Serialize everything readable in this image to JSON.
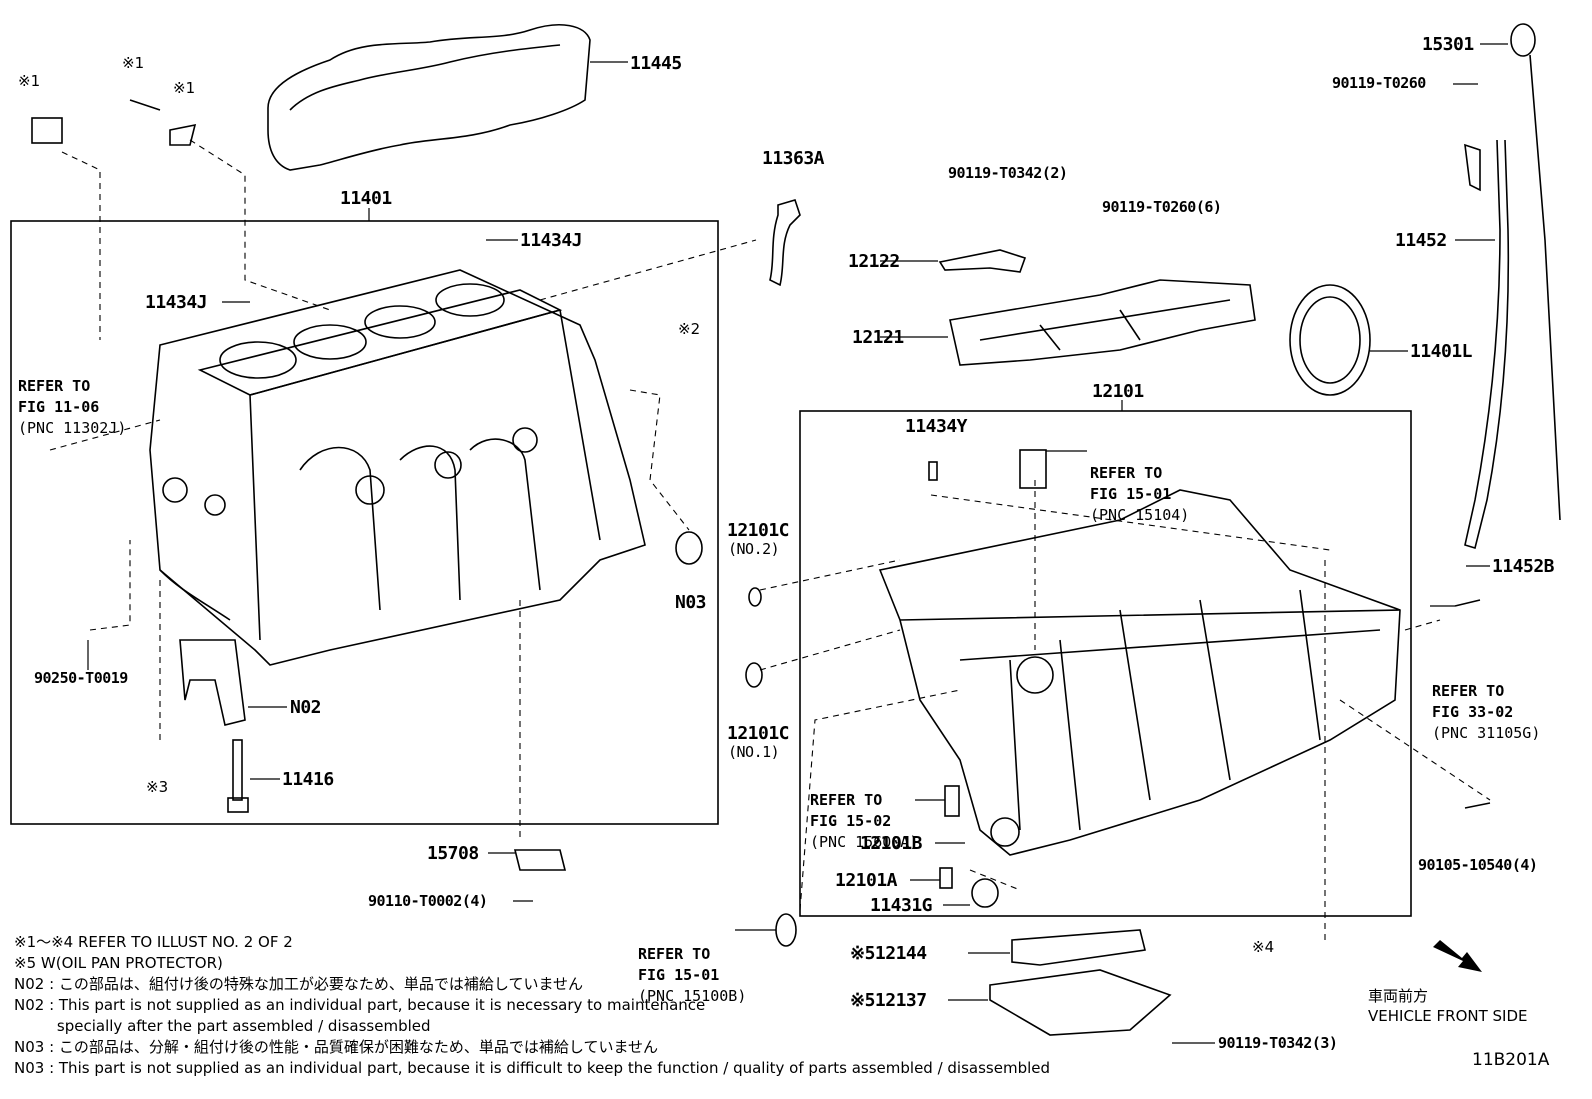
{
  "parts": {
    "p11445": "11445",
    "p11401": "11401",
    "p11434J_top": "11434J",
    "p11434J_left": "11434J",
    "p11363A": "11363A",
    "p90119_T0342_2": "90119-T0342(2)",
    "p90119_T0260_6": "90119-T0260(6)",
    "p12122": "12122",
    "p12121": "12121",
    "p15301": "15301",
    "p90119_T0260": "90119-T0260",
    "p11452": "11452",
    "p11401L": "11401L",
    "p12101": "12101",
    "p11434Y": "11434Y",
    "p12101C_top": "12101C",
    "p12101C_top_sub": "(NO.2)",
    "p12101C_bot": "12101C",
    "p12101C_bot_sub": "(NO.1)",
    "pN03": "N03",
    "pN02": "N02",
    "p90250_T0019": "90250-T0019",
    "p11416": "11416",
    "p15708": "15708",
    "p90110_T0002_4": "90110-T0002(4)",
    "p12101B": "12101B",
    "p12101A": "12101A",
    "p11431G": "11431G",
    "p11452B": "11452B",
    "p90105_10540_4": "90105-10540(4)",
    "p12144": "※512144",
    "p12137": "※512137",
    "p90119_T0342_3": "90119-T0342(3)",
    "m1a": "※1",
    "m1b": "※1",
    "m1c": "※1",
    "m2": "※2",
    "m3": "※3",
    "m4": "※4"
  },
  "refs": {
    "r1": {
      "l1": "REFER TO",
      "l2": "FIG 11-06",
      "l3": "(PNC 11302J)"
    },
    "r2": {
      "l1": "REFER TO",
      "l2": "FIG 15-01",
      "l3": "(PNC 15104)"
    },
    "r3": {
      "l1": "REFER TO",
      "l2": "FIG 15-02",
      "l3": "(PNC 15600A)"
    },
    "r4": {
      "l1": "REFER TO",
      "l2": "FIG 15-01",
      "l3": "(PNC 15100B)"
    },
    "r5": {
      "l1": "REFER TO",
      "l2": "FIG 33-02",
      "l3": "(PNC 31105G)"
    }
  },
  "notes": {
    "n1": "※1～※4  REFER TO ILLUST NO. 2 OF 2",
    "n2": "※5 W(OIL PAN PROTECTOR)",
    "n3": "N02 : この部品は、組付け後の特殊な加工が必要なため、単品では補給していません",
    "n4": "N02 : This part is not supplied as an individual part, because it is necessary to maintenance",
    "n5": "         specially after the part assembled / disassembled",
    "n6": "N03 : この部品は、分解・組付け後の性能・品質確保が困難なため、単品では補給していません",
    "n7": "N03 : This part is not supplied as an individual part, because it is difficult to keep the function / quality of parts  assembled / disassembled"
  },
  "front": {
    "jp": "車両前方",
    "en": "VEHICLE FRONT SIDE"
  },
  "illust_code": "11B201A"
}
